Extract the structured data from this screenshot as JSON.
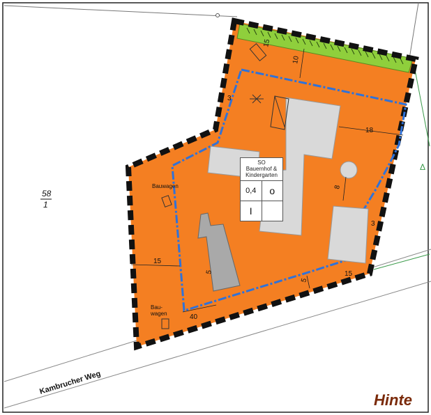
{
  "colors": {
    "zone_fill": "#f47f22",
    "boundary_dash": "#111111",
    "building_line": "#2f72d9",
    "hedge": "#8fcf3c",
    "building_existing": "#d9d9d9",
    "building_dark": "#a9a9a9",
    "green_line": "#3a9a4a"
  },
  "parcel": {
    "number_top": "58",
    "number_bottom": "1"
  },
  "zone_table": {
    "line1": "SO",
    "line2": "Bauernhof &",
    "line3": "Kindergarten",
    "grz": "0,4",
    "bauweise": "o",
    "geschosse": "I",
    "empty": ""
  },
  "labels": {
    "street": "Kambrucher Weg",
    "bauwagen_1": "Bauwagen",
    "bauwagen_2a": "Bau-",
    "bauwagen_2b": "wagen",
    "area_partial": "Hinte"
  },
  "dimensions": {
    "d10": "10",
    "d3_top": "3",
    "d18": "18",
    "d8": "8",
    "d3_right": "3",
    "d15_left": "15",
    "d40": "40",
    "d5": "5",
    "d15_bottom": "15",
    "d5_building": "5",
    "d15_tree": "15"
  }
}
